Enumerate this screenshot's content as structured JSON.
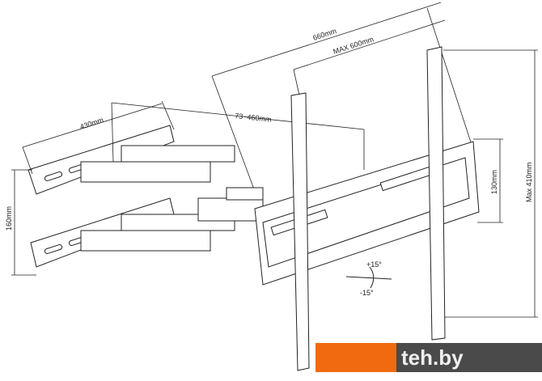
{
  "dimensions": {
    "overall_width": "660mm",
    "max_vesa_width": "MAX 600mm",
    "wall_plate_width": "430mm",
    "extension": "73~460mm",
    "plate_height": "130mm",
    "max_vesa_height": "Max 410mm",
    "wall_plate_height": "160mm"
  },
  "tilt": {
    "up": "+15°",
    "down": "-15°"
  },
  "watermark": "teh.by",
  "colors": {
    "line": "#222222",
    "watermark_orange": "#f26a10",
    "watermark_gray": "#4a4a4a"
  }
}
